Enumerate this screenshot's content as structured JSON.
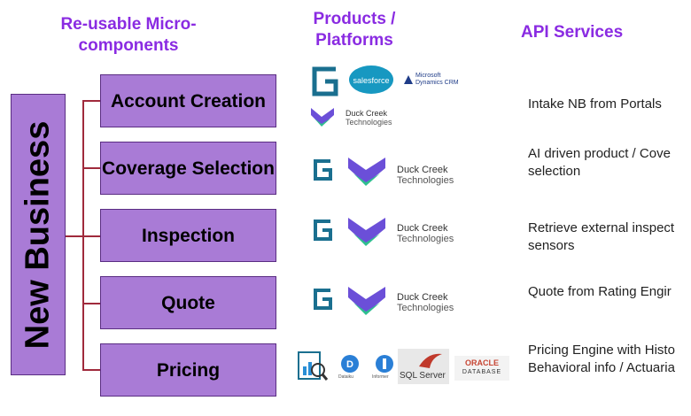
{
  "headers": {
    "components": "Re-usable Micro-components",
    "products": "Products / Platforms",
    "api": "API Services"
  },
  "vertical_label": "New Business",
  "components": [
    {
      "label": "Account Creation"
    },
    {
      "label": "Coverage Selection"
    },
    {
      "label": "Inspection"
    },
    {
      "label": "Quote"
    },
    {
      "label": "Pricing"
    }
  ],
  "platforms": {
    "row1": {
      "salesforce": "salesforce",
      "microsoft_line1": "Microsoft",
      "microsoft_line2": "Dynamics CRM",
      "duckcreek_line1": "Duck Creek",
      "duckcreek_line2": "Technologies"
    },
    "duckcreek_line1": "Duck Creek",
    "duckcreek_line2": "Technologies",
    "pricing_row": {
      "sql_server": "SQL Server",
      "oracle_line1": "ORACLE",
      "oracle_line2": "DATABASE",
      "icon2_label": "Dataiku",
      "icon3_label": "Informer"
    }
  },
  "services": [
    {
      "line1": "Intake NB from Portals",
      "line2": ""
    },
    {
      "line1": "AI  driven product / Cove",
      "line2": "selection"
    },
    {
      "line1": "Retrieve external inspect",
      "line2": "sensors"
    },
    {
      "line1": "Quote from  Rating Engir",
      "line2": ""
    },
    {
      "line1": "Pricing Engine with Histo",
      "line2": "Behavioral info / Actuaria"
    }
  ],
  "colors": {
    "header": "#8a2be2",
    "box_fill": "#a97bd6",
    "box_border": "#5a2d82",
    "connector": "#a02a3c",
    "salesforce": "#1798c1",
    "duckcreek_purple": "#6b4fd8",
    "duckcreek_green": "#2fbf8f",
    "guidewire": "#1a6f8f",
    "oracle": "#c74634"
  }
}
